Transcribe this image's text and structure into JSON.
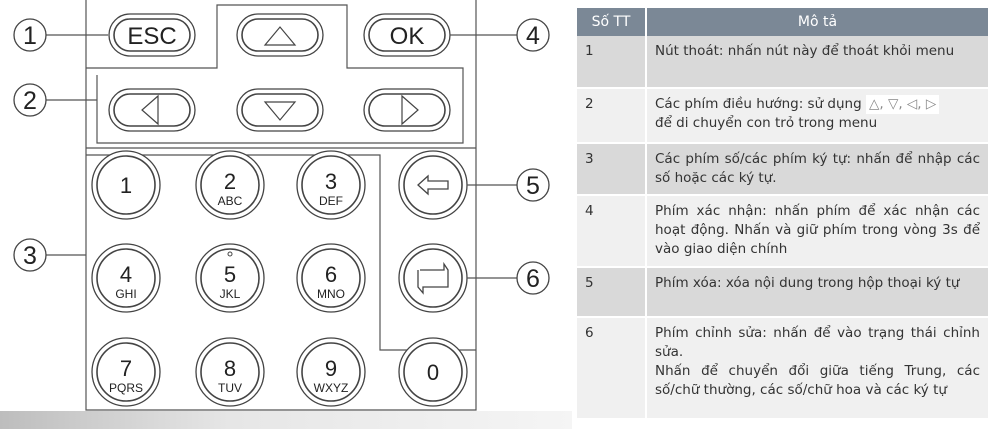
{
  "keypad": {
    "esc": "ESC",
    "ok": "OK",
    "keys": [
      {
        "digit": "1",
        "letters": ""
      },
      {
        "digit": "2",
        "letters": "ABC"
      },
      {
        "digit": "3",
        "letters": "DEF"
      },
      {
        "digit": "4",
        "letters": "GHI"
      },
      {
        "digit": "5",
        "letters": "JKL"
      },
      {
        "digit": "6",
        "letters": "MNO"
      },
      {
        "digit": "7",
        "letters": "PQRS"
      },
      {
        "digit": "8",
        "letters": "TUV"
      },
      {
        "digit": "9",
        "letters": "WXYZ"
      },
      {
        "digit": "0",
        "letters": ""
      }
    ],
    "callouts": [
      "1",
      "2",
      "3",
      "4",
      "5",
      "6"
    ]
  },
  "table": {
    "headers": [
      "Số TT",
      "Mô tả"
    ],
    "rows": [
      {
        "num": "1",
        "desc": "Nút thoát: nhấn nút này để thoát khỏi menu"
      },
      {
        "num": "2",
        "desc": "Các phím điều hướng: sử dụng",
        "desc_icons": "△, ▽, ◁, ▷",
        "desc_after": "để di chuyển con trỏ trong menu"
      },
      {
        "num": "3",
        "desc": "Các phím số/các phím ký tự: nhấn để nhập các số hoặc các ký tự."
      },
      {
        "num": "4",
        "desc": "Phím xác nhận: nhấn phím để xác nhận các hoạt động. Nhấn và giữ phím trong vòng 3s để vào giao diện chính"
      },
      {
        "num": "5",
        "desc": "Phím xóa: xóa nội dung trong hộp thoại ký tự"
      },
      {
        "num": "6",
        "desc": "Phím chỉnh sửa: nhấn để vào trạng thái chỉnh sửa.",
        "desc_after": "Nhấn để chuyển đổi giữa tiếng Trung, các số/chữ thường, các số/chữ hoa và các ký tự"
      }
    ]
  }
}
